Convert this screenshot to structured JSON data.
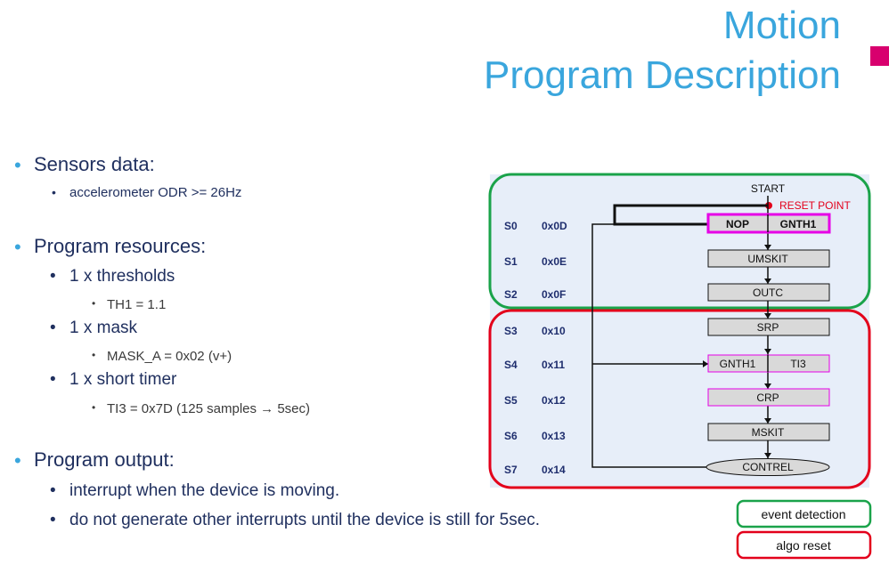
{
  "title": {
    "line1": "Motion",
    "line2": "Program Description"
  },
  "colors": {
    "title": "#3aa6dd",
    "accent": "#d8006e",
    "event": "#1aa34a",
    "reset": "#e3001b",
    "highlight": "#e600e6",
    "navy": "#1f2e6e",
    "panel": "#e7eef9"
  },
  "bullets": {
    "sensors": "Sensors data:",
    "odr": "accelerometer ODR >= 26Hz",
    "resources": "Program resources:",
    "thresholds": "1 x thresholds",
    "th1": "TH1 = 1.1",
    "mask": "1 x mask",
    "mask_a": "MASK_A = 0x02 (v+)",
    "timer": "1 x short timer",
    "ti3": "TI3 = 0x7D (125 samples → 5sec)",
    "output": "Program output:",
    "interrupt": "interrupt when the device is moving.",
    "nointerrupt": "do not generate other interrupts until the device is still for 5sec."
  },
  "diagram": {
    "start": "START",
    "reset_point": "RESET POINT",
    "states": [
      {
        "state": "S0",
        "addr": "0x0D"
      },
      {
        "state": "S1",
        "addr": "0x0E"
      },
      {
        "state": "S2",
        "addr": "0x0F"
      },
      {
        "state": "S3",
        "addr": "0x10"
      },
      {
        "state": "S4",
        "addr": "0x11"
      },
      {
        "state": "S5",
        "addr": "0x12"
      },
      {
        "state": "S6",
        "addr": "0x13"
      },
      {
        "state": "S7",
        "addr": "0x14"
      }
    ],
    "instructions": {
      "s0_nop": "NOP",
      "s0_gnth1": "GNTH1",
      "s1": "UMSKIT",
      "s2": "OUTC",
      "s3": "SRP",
      "s4_gnth1": "GNTH1",
      "s4_ti3": "TI3",
      "s5": "CRP",
      "s6": "MSKIT",
      "s7": "CONTREL"
    }
  },
  "legend": {
    "event": "event detection",
    "reset": "algo reset"
  }
}
